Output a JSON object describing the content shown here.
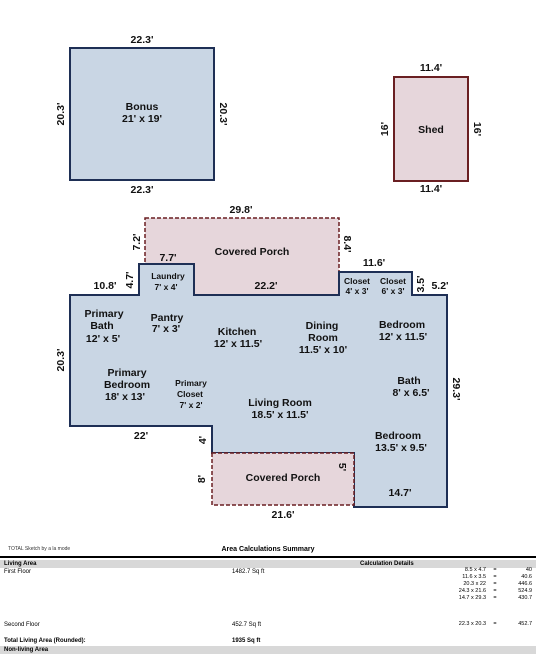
{
  "plan": {
    "bonus": {
      "name": "Bonus",
      "size": "21' x 19'",
      "top": "22.3'",
      "bottom": "22.3'",
      "left": "20.3'",
      "right": "20.3'"
    },
    "shed": {
      "name": "Shed",
      "top": "11.4'",
      "bottom": "11.4'",
      "left": "16'",
      "right": "16'"
    },
    "covered_porch_top": {
      "name": "Covered Porch",
      "top": "29.8'",
      "left": "7.2'",
      "right": "8.4'",
      "step": "7.7'",
      "bottom": "22.2'"
    },
    "covered_porch_bottom": {
      "name": "Covered Porch",
      "bottom": "21.6'",
      "left": "8'",
      "right": "5'"
    },
    "dims": {
      "laundry_left": "4.7'",
      "left_top": "10.8'",
      "left_side": "20.3'",
      "left_bottom": "22'",
      "notch": "4'",
      "right_top1": "11.6'",
      "right_step": "3.5'",
      "right_top2": "5.2'",
      "right_side": "29.3'",
      "right_bottom": "14.7'"
    },
    "rooms": [
      {
        "name": "Laundry",
        "size": "7' x 4'"
      },
      {
        "name": "Closet",
        "size": "4' x 3'"
      },
      {
        "name": "Closet",
        "size": "6' x 3'"
      },
      {
        "name": "Primary",
        "name2": "Bath",
        "size": "12' x 5'"
      },
      {
        "name": "Pantry",
        "size": "7' x 3'"
      },
      {
        "name": "Kitchen",
        "size": "12' x 11.5'"
      },
      {
        "name": "Dining",
        "name2": "Room",
        "size": "11.5' x 10'"
      },
      {
        "name": "Bedroom",
        "size": "12' x 11.5'"
      },
      {
        "name": "Primary",
        "name2": "Bedroom",
        "size": "18' x 13'"
      },
      {
        "name": "Primary",
        "name2": "Closet",
        "size": "7' x 2'"
      },
      {
        "name": "Living Room",
        "size": "18.5' x 11.5'"
      },
      {
        "name": "Bath",
        "size": "8' x 6.5'"
      },
      {
        "name": "Bedroom",
        "size": "13.5' x 9.5'"
      }
    ]
  },
  "summary": {
    "credit": "TOTAL Sketch by a la mode",
    "title": "Area Calculations Summary",
    "living_area": "Living Area",
    "calc_details": "Calculation Details",
    "first_floor": "First Floor",
    "first_floor_area": "1482.7 Sq ft",
    "first_floor_calcs": [
      {
        "expr": "8.5 x 4.7",
        "eq": "=",
        "val": "40"
      },
      {
        "expr": "11.6 x 3.5",
        "eq": "=",
        "val": "40.6"
      },
      {
        "expr": "20.3 x 22",
        "eq": "=",
        "val": "446.6"
      },
      {
        "expr": "24.3 x 21.6",
        "eq": "=",
        "val": "524.9"
      },
      {
        "expr": "14.7 x 29.3",
        "eq": "=",
        "val": "430.7"
      }
    ],
    "second_floor": "Second Floor",
    "second_floor_area": "452.7 Sq ft",
    "second_floor_calc": {
      "expr": "22.3 x 20.3",
      "eq": "=",
      "val": "452.7"
    },
    "total_label": "Total Living Area (Rounded):",
    "total_value": "1935 Sq ft",
    "non_living": "Non-living Area"
  }
}
